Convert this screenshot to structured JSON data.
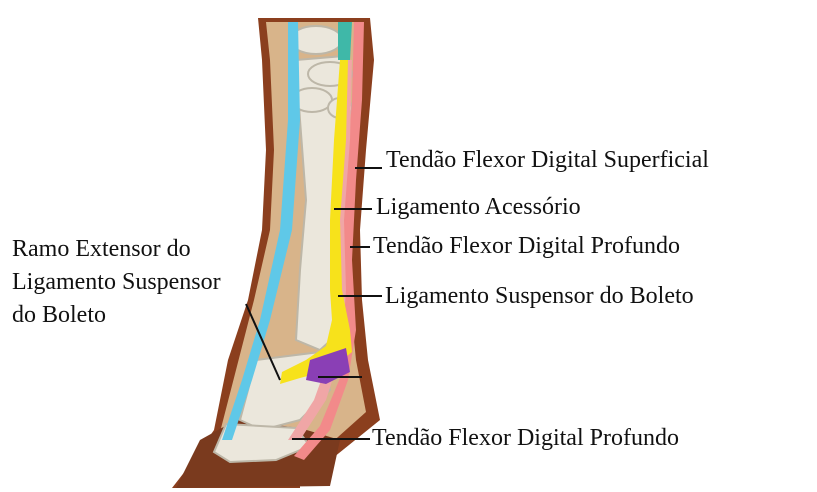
{
  "labels": {
    "tendao_flexor_digital_superficial": "Tendão Flexor Digital Superficial",
    "ligamento_acessorio": "Ligamento Acessório",
    "tendao_flexor_digital_profundo_upper": "Tendão Flexor Digital Profundo",
    "ligamento_suspensor_do_boleto": "Ligamento Suspensor do Boleto",
    "tendao_flexor_digital_profundo_lower": "Tendão Flexor Digital Profundo",
    "ramo_extensor": {
      "line1": "Ramo Extensor do",
      "line2": "Ligamento Suspensor",
      "line3": "do Boleto"
    }
  },
  "colors": {
    "skin": "#8b3f1e",
    "hoof": "#7a3a1e",
    "bone": "#ebe7dc",
    "bone_outline": "#bdb7a8",
    "extensor_tendon": "#5fc8e8",
    "superficial_flexor_tendon": "#f28a8a",
    "deep_flexor_tendon": "#f0a6a6",
    "suspensory_ligament": "#f7e21b",
    "accessory_ligament_band": "#3fb8a8",
    "sesamoid_region": "#8a3fb5",
    "leader_line": "#111111"
  }
}
